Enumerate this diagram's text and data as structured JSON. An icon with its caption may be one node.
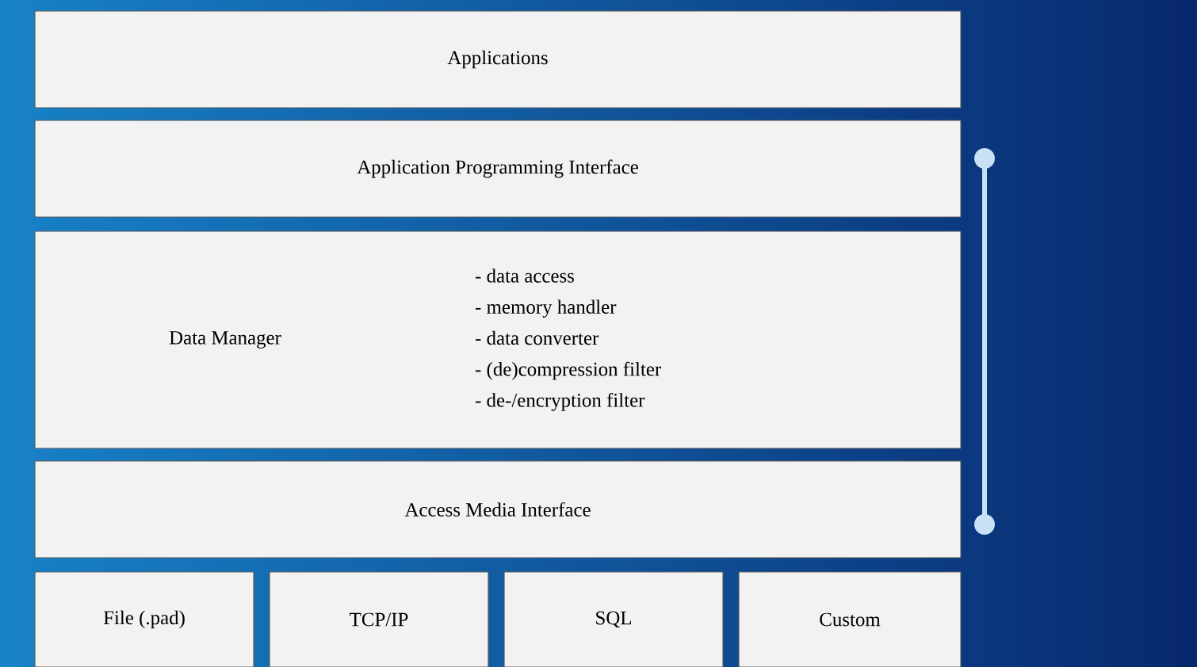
{
  "diagram": {
    "nodes": [
      {
        "text": [
          "Applications"
        ]
      },
      {
        "text": [
          "Application Programming Interface"
        ]
      },
      {
        "text": [
          "Data Manager",
          "- data access",
          "- memory handler",
          "- data converter",
          "- (de)compression filter",
          "- de-/encryption filter"
        ]
      },
      {
        "text": [
          "Access Media Interface"
        ]
      },
      {
        "text": [
          "File (.pad)"
        ]
      },
      {
        "text": [
          "TCP/IP"
        ]
      },
      {
        "text": [
          "SQL"
        ]
      },
      {
        "text": [
          "Custom"
        ]
      }
    ]
  }
}
